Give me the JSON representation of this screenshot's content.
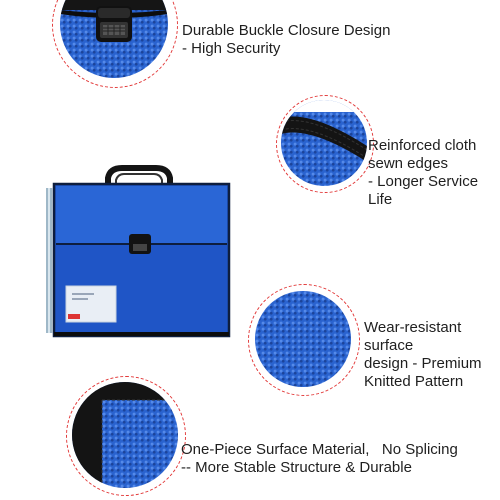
{
  "features": [
    {
      "title": "Durable Buckle Closure Design",
      "detail": "- High Security"
    },
    {
      "title": "Reinforced cloth\nsewn edges",
      "detail": "- Longer Service Life"
    },
    {
      "title": "Wear-resistant surface\ndesign - Premium\nKnitted Pattern"
    },
    {
      "title": "One-Piece Surface Material,   No Splicing",
      "detail": "-- More Stable Structure & Durable"
    }
  ],
  "colors": {
    "folder_blue": "#1f55c6",
    "dashed_ring": "#e23a3a",
    "strap_black": "#161616"
  },
  "icons": [
    "buckle-closeup",
    "stitched-edge-closeup",
    "texture-closeup",
    "corner-closeup",
    "expanding-file-folder"
  ]
}
